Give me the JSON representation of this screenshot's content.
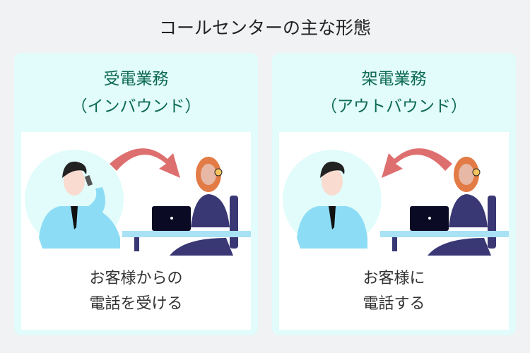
{
  "title": "コールセンターの主な形態",
  "cards": [
    {
      "heading": "受電業務",
      "subheading": "（インバウンド）",
      "caption_line1": "お客様からの",
      "caption_line2": "電話を受ける",
      "arrow_direction": "customer-to-operator"
    },
    {
      "heading": "架電業務",
      "subheading": "（アウトバウンド）",
      "caption_line1": "お客様に",
      "caption_line2": "電話する",
      "arrow_direction": "operator-to-customer"
    }
  ],
  "colors": {
    "card": "#e1fcfa",
    "heading": "#0e6a55",
    "arrow": "#de6f6f",
    "suit": "#8ddcf5",
    "operator_suit": "#3a3775"
  }
}
